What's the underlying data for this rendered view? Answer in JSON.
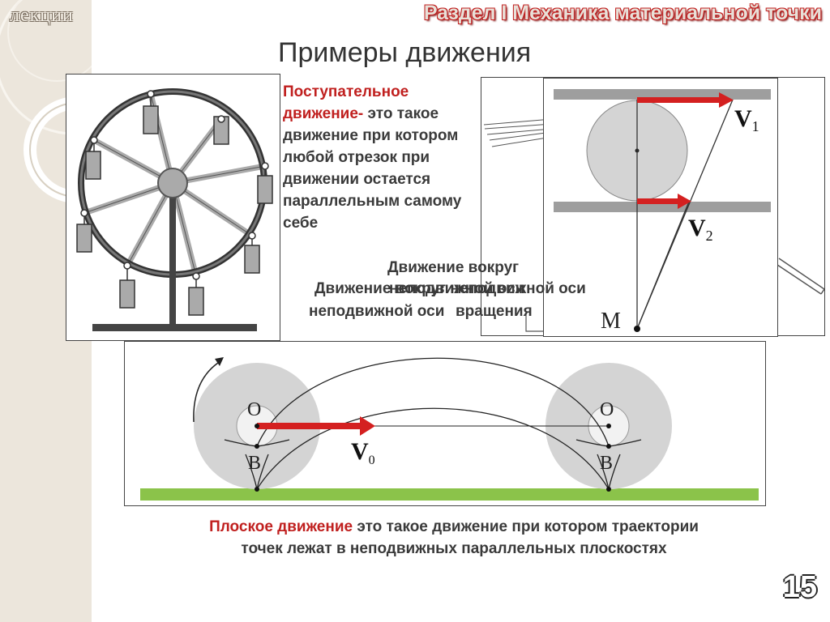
{
  "header": {
    "lectures_label": "лекции",
    "section_title": "Раздел I Механика материальной точки",
    "slide_title": "Примеры движения",
    "page_number": "15"
  },
  "translational": {
    "term": "Поступательное движение-",
    "definition": " это такое движение при котором любой отрезок при движении остается параллельным самому себе"
  },
  "rotation_labels": {
    "line_a": "Движение вокруг",
    "line_b": "Движение вокруг неподвижной оси",
    "line_b_overlap": "неподвижной оси",
    "line_c": "неподвижной оси",
    "line_c_overlap": "вращения"
  },
  "roll_diagram": {
    "v1": "V",
    "v1_sub": "1",
    "v2": "V",
    "v2_sub": "2",
    "point_m": "M"
  },
  "wheel_diagram": {
    "center_label": "O",
    "point_label": "B",
    "velocity": "V",
    "velocity_sub": "0"
  },
  "plane_motion": {
    "term": "Плоское движение",
    "definition": " это такое движение при котором траектории точек лежат в неподвижных параллельных плоскостях"
  },
  "colors": {
    "accent_red": "#c0201f",
    "ground_green": "#8bc34a",
    "wheel_gray": "#d4d4d4",
    "sidebar_beige": "#ece6dc"
  }
}
